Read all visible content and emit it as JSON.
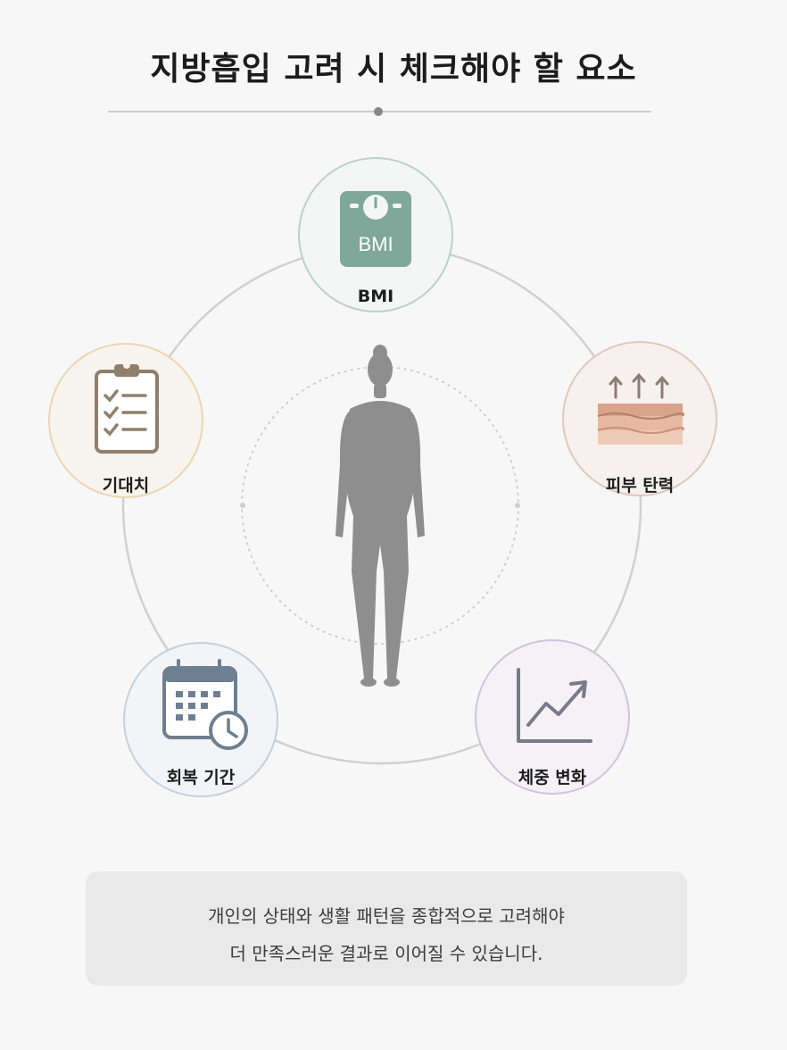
{
  "title": "지방흡입 고려 시 체크해야 할 요소",
  "nodes": {
    "bmi": {
      "label": "BMI",
      "icon": "bmi-scale-icon",
      "icon_text": "BMI",
      "accent": "#7fa79a"
    },
    "skin": {
      "label": "피부 탄력",
      "icon": "skin-elasticity-icon",
      "accent": "#d6b7a8"
    },
    "weight": {
      "label": "체중 변화",
      "icon": "trend-chart-icon",
      "accent": "#b9aed0"
    },
    "recovery": {
      "label": "회복 기간",
      "icon": "calendar-clock-icon",
      "accent": "#9fb2c9"
    },
    "expectation": {
      "label": "기대치",
      "icon": "clipboard-checklist-icon",
      "accent": "#e3c692"
    }
  },
  "center_figure": {
    "icon": "human-silhouette-icon"
  },
  "note": {
    "line1": "개인의 상태와 생활 패턴을 종합적으로 고려해야",
    "line2": "더 만족스러운 결과로 이어질 수 있습니다."
  }
}
